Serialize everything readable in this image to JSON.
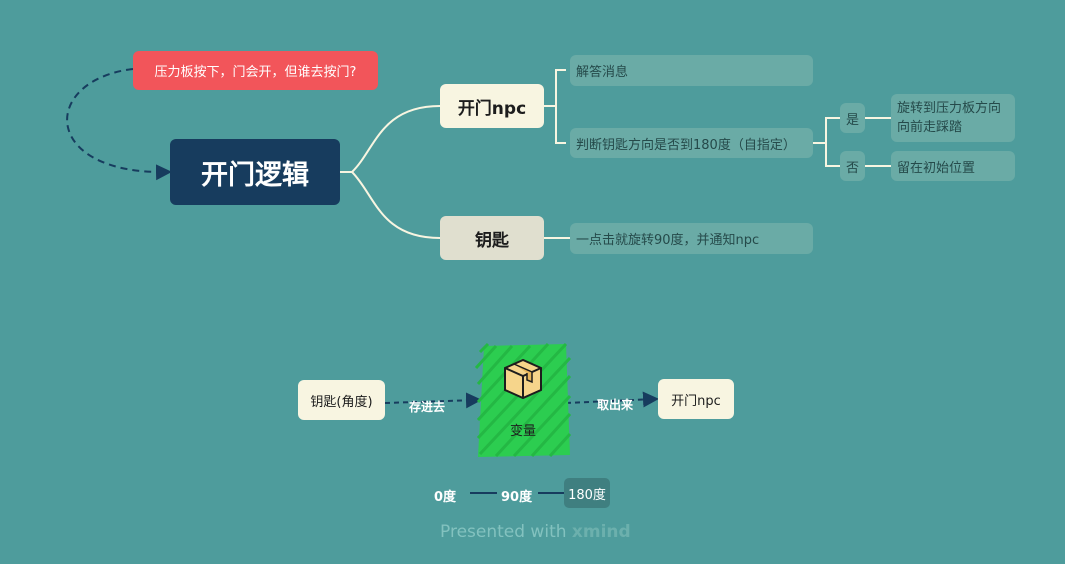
{
  "colors": {
    "background": "#4e9c9c",
    "root": "#173c5e",
    "callout": "#f2555a",
    "branch": "#f8f5e1",
    "leaf": "#6aaba6",
    "variable": "#2ccd50"
  },
  "mindmap": {
    "root": "开门逻辑",
    "callout": "压力板按下，门会开，但谁去按门?",
    "npc_branch": {
      "label": "开门npc",
      "children": [
        "解答消息",
        "判断钥匙方向是否到180度（自指定）"
      ],
      "yes": {
        "label": "是",
        "result": "旋转到压力板方向向前走踩踏"
      },
      "no": {
        "label": "否",
        "result": "留在初始位置"
      }
    },
    "key_branch": {
      "label": "钥匙",
      "children": [
        "一点击就旋转90度，并通知npc"
      ]
    }
  },
  "flow": {
    "source": "钥匙(角度)",
    "store_label": "存进去",
    "variable_label": "变量",
    "variable_icon": "box-icon",
    "fetch_label": "取出来",
    "target": "开门npc"
  },
  "angles": [
    "0度",
    "90度",
    "180度"
  ],
  "footer": {
    "prefix": "Presented with ",
    "brand": "xmind"
  }
}
